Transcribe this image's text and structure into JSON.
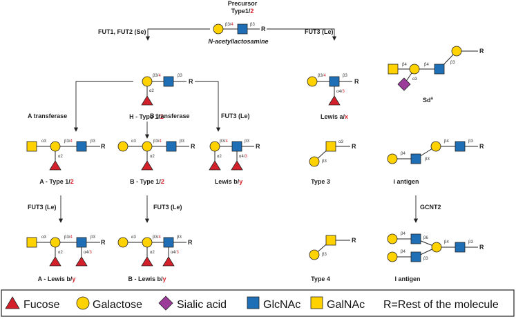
{
  "precursor": {
    "title": "Precursor",
    "type_prefix": "Type1/",
    "type_red": "2",
    "name": "N-acetyllactosamine"
  },
  "enzymes": {
    "fut12": "FUT1, FUT2 (Se)",
    "fut3_le_top": "FUT3 (Le)",
    "a_transferase": "A transferase",
    "b_transferase": "B transferase",
    "fut3_le_mid": "FUT3 (Le)",
    "fut3_le_a": "FUT3 (Le)",
    "fut3_le_b": "FUT3 (Le)",
    "gcnt2": "GCNT2"
  },
  "structures": {
    "h": {
      "prefix": "H - Type 1/",
      "red": "2"
    },
    "lewis_a": {
      "prefix": "Lewis a/",
      "red": "x"
    },
    "sd": {
      "text": "Sd",
      "sup": "a"
    },
    "a_type": {
      "prefix": "A - Type 1/",
      "red": "2"
    },
    "b_type": {
      "prefix": "B - Type 1/",
      "red": "2"
    },
    "lewis_b": {
      "prefix": "Lewis b/",
      "red": "y"
    },
    "type3": {
      "text": "Type 3"
    },
    "i_antigen": {
      "text": "i antigen"
    },
    "a_lewis": {
      "prefix": "A - Lewis b/",
      "red": "y"
    },
    "b_lewis": {
      "prefix": "B - Lewis b/",
      "red": "y"
    },
    "type4": {
      "text": "Type 4"
    },
    "I_antigen": {
      "text": "I antigen"
    }
  },
  "linkage_labels": {
    "b34_a": "β3/",
    "b34_b": "4",
    "b3": "β3",
    "b4": "β4",
    "b6": "β6",
    "a2": "α2",
    "a3": "α3",
    "a43_a": "α4/",
    "a43_b": "3",
    "r": "R"
  },
  "legend": {
    "fucose": "Fucose",
    "galactose": "Galactose",
    "sialic": "Sialic acid",
    "glcnac": "GlcNAc",
    "galnac": "GalNAc",
    "rest": "R=Rest of the molecule"
  },
  "colors": {
    "galactose": "#ffd200",
    "glcnac": "#1f6fb7",
    "fucose": "#d4202a",
    "sialic": "#9b3c9b",
    "highlight": "#d4202a"
  }
}
